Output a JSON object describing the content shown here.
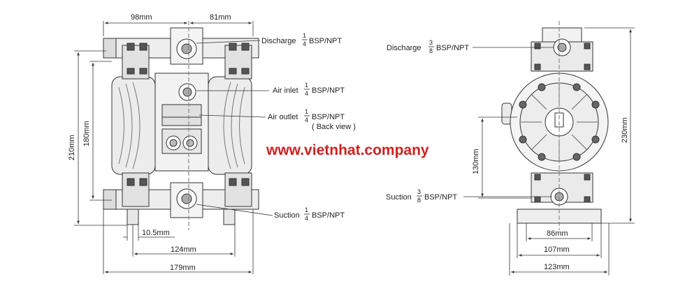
{
  "colors": {
    "line": "#333333",
    "fill": "#e9e9e9",
    "dark": "#555555",
    "accent": "#cc2222"
  },
  "website": "www.vietnhat.company",
  "front_view": {
    "dims": {
      "top_left": "98mm",
      "top_right": "81mm",
      "height_total": "210mm",
      "height_inner": "180mm",
      "foot": "10.5mm",
      "bottom_inner": "124mm",
      "bottom_total": "179mm"
    },
    "callouts": {
      "discharge": {
        "name": "Discharge",
        "num": "1",
        "den": "4",
        "thread": "BSP/NPT"
      },
      "air_inlet": {
        "name": "Air inlet",
        "num": "1",
        "den": "4",
        "thread": "BSP/NPT"
      },
      "air_outlet": {
        "name": "Air outlet",
        "num": "1",
        "den": "4",
        "thread": "BSP/NPT",
        "note": "( Back view )"
      },
      "suction": {
        "name": "Suction",
        "num": "1",
        "den": "4",
        "thread": "BSP/NPT"
      }
    }
  },
  "side_view": {
    "dims": {
      "height": "230mm",
      "suction_height": "130mm",
      "w1": "86mm",
      "w2": "107mm",
      "w3": "123mm"
    },
    "callouts": {
      "discharge": {
        "name": "Discharge",
        "num": "3",
        "den": "8",
        "thread": "BSP/NPT"
      },
      "suction": {
        "name": "Suction",
        "num": "3",
        "den": "8",
        "thread": "BSP/NPT"
      }
    }
  }
}
